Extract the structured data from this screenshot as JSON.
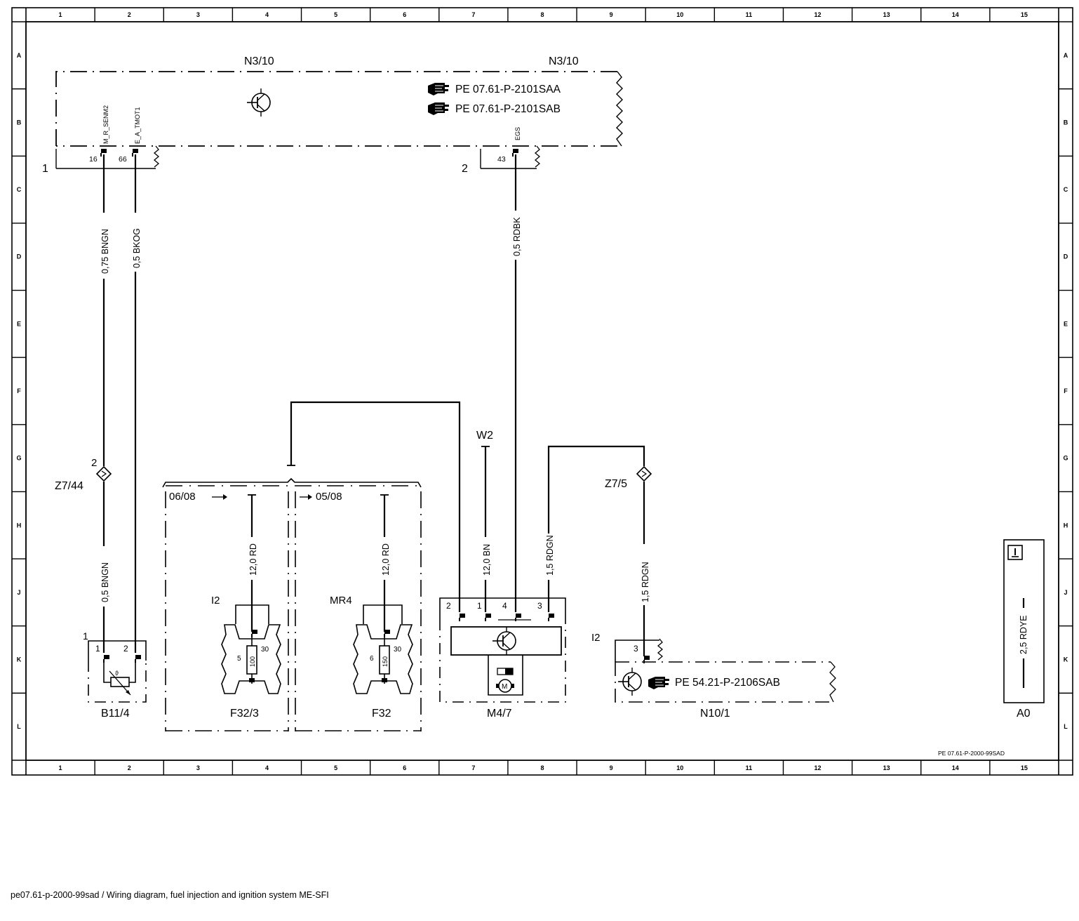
{
  "grid": {
    "columns": [
      "1",
      "2",
      "3",
      "4",
      "5",
      "6",
      "7",
      "8",
      "9",
      "10",
      "11",
      "12",
      "13",
      "14",
      "15"
    ],
    "rows": [
      "A",
      "B",
      "C",
      "D",
      "E",
      "F",
      "G",
      "H",
      "J",
      "K",
      "L"
    ]
  },
  "control_unit": {
    "labels": [
      "N3/10",
      "N3/10"
    ],
    "refs": [
      "PE 07.61-P-2101SAA",
      "PE 07.61-P-2101SAB"
    ],
    "section_1": "1",
    "section_2": "2",
    "pins": [
      {
        "num": "16",
        "signal": "M_R_SENM2"
      },
      {
        "num": "66",
        "signal": "E_A_TMOT1"
      },
      {
        "num": "43",
        "signal": "EGS"
      }
    ]
  },
  "wires": [
    "0,75 BNGN",
    "0,5 BKOG",
    "0,5 RDBK",
    "0,5 BNGN",
    "12,0 RD",
    "12,0 RD",
    "12,0 BN",
    "1,5 RDGN",
    "1,5 RDGN",
    "2,5 RDYE"
  ],
  "connectors": {
    "z7_44": "Z7/44",
    "z7_44_pin": "2",
    "z7_5": "Z7/5",
    "w2": "W2"
  },
  "variants": {
    "left": "06/08",
    "right": "05/08"
  },
  "fuse_box_left": {
    "label": "F32/3",
    "tag": "I2",
    "pin_a": "5",
    "pin_b": "30",
    "rating": "100"
  },
  "fuse_box_right": {
    "label": "F32",
    "tag": "MR4",
    "pin_a": "6",
    "pin_b": "30",
    "rating": "150"
  },
  "sensor": {
    "label": "B11/4",
    "section": "1",
    "pins": [
      "1",
      "2"
    ],
    "symbol": "ϑ"
  },
  "fan": {
    "label": "M4/7",
    "pins": [
      "2",
      "1",
      "4",
      "3"
    ],
    "motor": "M"
  },
  "module": {
    "label": "N10/1",
    "tag": "I2",
    "pin": "3",
    "ref": "PE 54.21-P-2106SAB"
  },
  "ground_box": {
    "label": "A0"
  },
  "doc_ref": "PE 07.61-P-2000-99SAD",
  "caption": "pe07.61-p-2000-99sad / Wiring diagram, fuel injection and ignition system ME-SFI",
  "icons": [
    "hand-pointer-icon",
    "transistor-icon",
    "motor-icon",
    "thermistor-icon",
    "splice-icon",
    "ground-icon"
  ]
}
